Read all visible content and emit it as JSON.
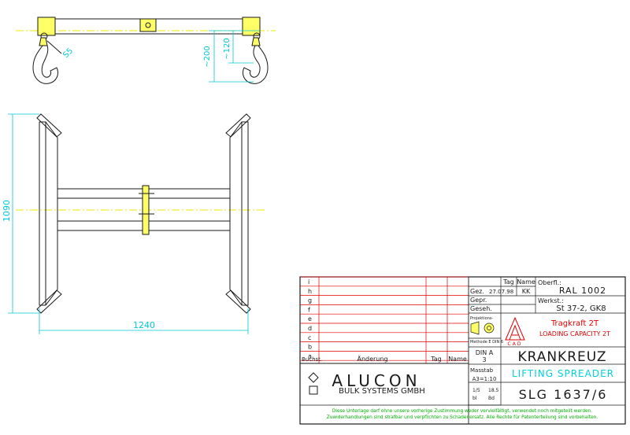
{
  "dimensions": {
    "height_overall": "1090",
    "width_overall": "1240",
    "drop_200": "~200",
    "drop_120": "~120",
    "hook_size": "S5"
  },
  "title_block": {
    "revisions": {
      "letters": [
        "i",
        "h",
        "g",
        "f",
        "e",
        "d",
        "c",
        "b",
        "a"
      ],
      "header_letter": "Buchst.",
      "header_change": "Änderung",
      "header_day": "Tag",
      "header_name": "Name"
    },
    "control": {
      "day_label": "Tag",
      "name_label": "Name",
      "drawn_label": "Gez.",
      "drawn_date": "27.07.98",
      "drawn_name": "KK",
      "checked_label": "Gepr.",
      "seen_label": "Geseh."
    },
    "surface": {
      "label": "Oberfl.:",
      "value": "RAL 1002"
    },
    "material": {
      "label": "Werkst.:",
      "value": "St 37-2, GK8"
    },
    "projection": {
      "label": "Projektions-",
      "method": "Methode E DIN 6"
    },
    "capacity": {
      "de": "Tragkraft 2T",
      "en": "LOADING CAPACITY 2T"
    },
    "cad_logo_text": "CAD",
    "format": {
      "line1": "DIN A",
      "line2": "3"
    },
    "scale": {
      "label": "Masstab",
      "value": "A3=1:10"
    },
    "sheet": {
      "a": "1/5",
      "b": "18.5",
      "c": "bl",
      "d": "Bd"
    },
    "title_de": "KRANKREUZ",
    "title_en": "LIFTING SPREADER",
    "drawing_number": "SLG 1637/6",
    "company": {
      "name": "ALUCON",
      "subtitle": "BULK SYSTEMS GMBH"
    },
    "copyright": [
      "Diese Unterlage darf ohne unsere vorherige Zustimmung weder vervielfältigt, verwendet noch mitgeteilt werden.",
      "Zuwiderhandlungen sind strafbar und verpflichten zu Schadenersatz. Alle Rechte für Patenterteilung sind vorbehalten."
    ]
  },
  "colors": {
    "line": "#1a1a1a",
    "dimension": "#00c8d8",
    "centerline": "#e8e800",
    "titleblock_red": "#e00000",
    "titleblock_green": "#00b000",
    "titleblock_blue": "#0000ff",
    "titleblock_magenta": "#e000e0",
    "highlight": "#ffff66"
  }
}
